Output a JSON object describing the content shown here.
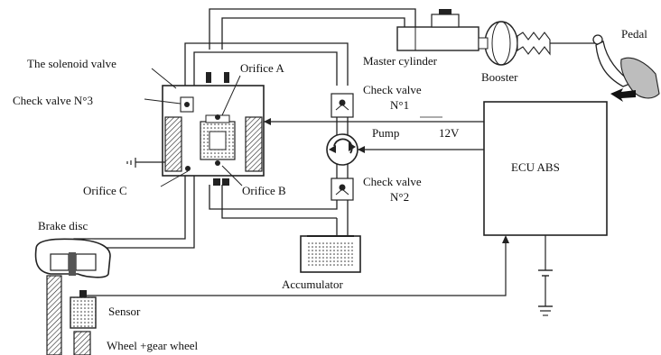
{
  "labels": {
    "pedal": "Pedal",
    "master_cylinder": "Master cylinder",
    "booster": "Booster",
    "solenoid_valve": "The solenoid valve",
    "orifice_a": "Orifice A",
    "check_valve_3": "Check valve N°3",
    "check_valve_1_line1": "Check valve",
    "check_valve_1_line2": "N°1",
    "pump": "Pump",
    "voltage": "12V",
    "ecu": "ECU ABS",
    "orifice_c": "Orifice C",
    "orifice_b": "Orifice B",
    "check_valve_2_line1": "Check valve",
    "check_valve_2_line2": "N°2",
    "brake_disc": "Brake disc",
    "accumulator": "Accumulator",
    "sensor": "Sensor",
    "wheel": "Wheel +gear wheel"
  },
  "colors": {
    "line": "#222222",
    "fill_dark": "#333333",
    "fill_mid": "#8a8a8a",
    "fill_light": "#d9d9d9"
  },
  "icons": {
    "pedal_arrow": "arrow-left-icon",
    "pump_symbol": "rotation-arrow-icon",
    "ground": "ground-icon"
  }
}
